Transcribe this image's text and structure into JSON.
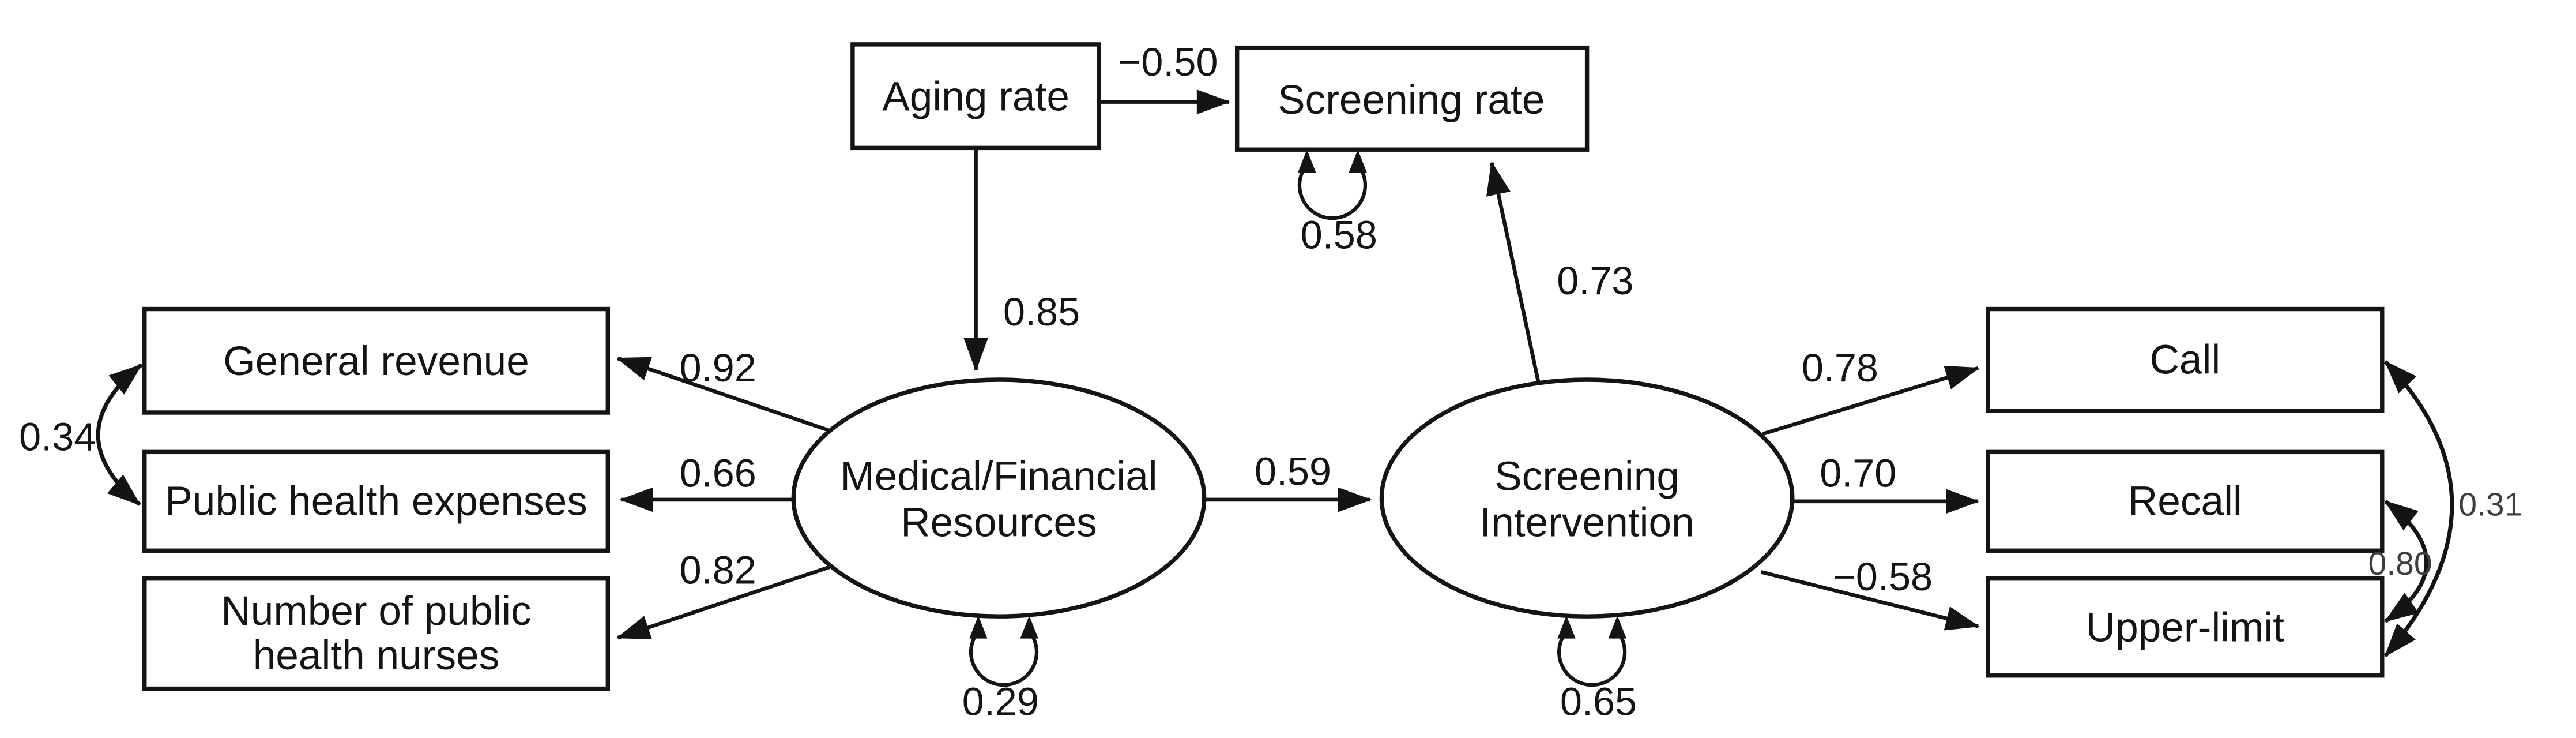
{
  "figure": {
    "type": "sem-path-diagram",
    "background_color": "#ffffff",
    "ink_color": "#141414",
    "muted_label_color": "#3f3f3f"
  },
  "nodes": {
    "aging_rate": {
      "label": "Aging rate",
      "shape": "rectangle"
    },
    "screening_rate": {
      "label": "Screening rate",
      "shape": "rectangle"
    },
    "general_revenue": {
      "label": "General revenue",
      "shape": "rectangle"
    },
    "public_health_expenses": {
      "label": "Public health expenses",
      "shape": "rectangle"
    },
    "public_health_nurses": {
      "lines": [
        "Number of public",
        "health nurses"
      ],
      "shape": "rectangle"
    },
    "call": {
      "label": "Call",
      "shape": "rectangle"
    },
    "recall": {
      "label": "Recall",
      "shape": "rectangle"
    },
    "upper_limit": {
      "label": "Upper-limit",
      "shape": "rectangle"
    },
    "medical_financial_resources": {
      "lines": [
        "Medical/Financial",
        "Resources"
      ],
      "shape": "ellipse"
    },
    "screening_intervention": {
      "lines": [
        "Screening",
        "Intervention"
      ],
      "shape": "ellipse"
    }
  },
  "coefficients": {
    "aging_to_screening_rate": "−0.50",
    "aging_to_medical": "0.85",
    "medical_to_general_revenue": "0.92",
    "medical_to_expenses": "0.66",
    "medical_to_nurses": "0.82",
    "medical_to_screening_intervention": "0.59",
    "intervention_to_screening_rate": "0.73",
    "intervention_to_call": "0.78",
    "intervention_to_recall": "0.70",
    "intervention_to_upper_limit": "−0.58",
    "screening_rate_error": "0.58",
    "medical_error": "0.29",
    "intervention_error": "0.65",
    "revenue_expenses_covariance": "0.34",
    "call_upper_limit_covariance": "0.31",
    "recall_upper_limit_covariance": "0.80"
  }
}
